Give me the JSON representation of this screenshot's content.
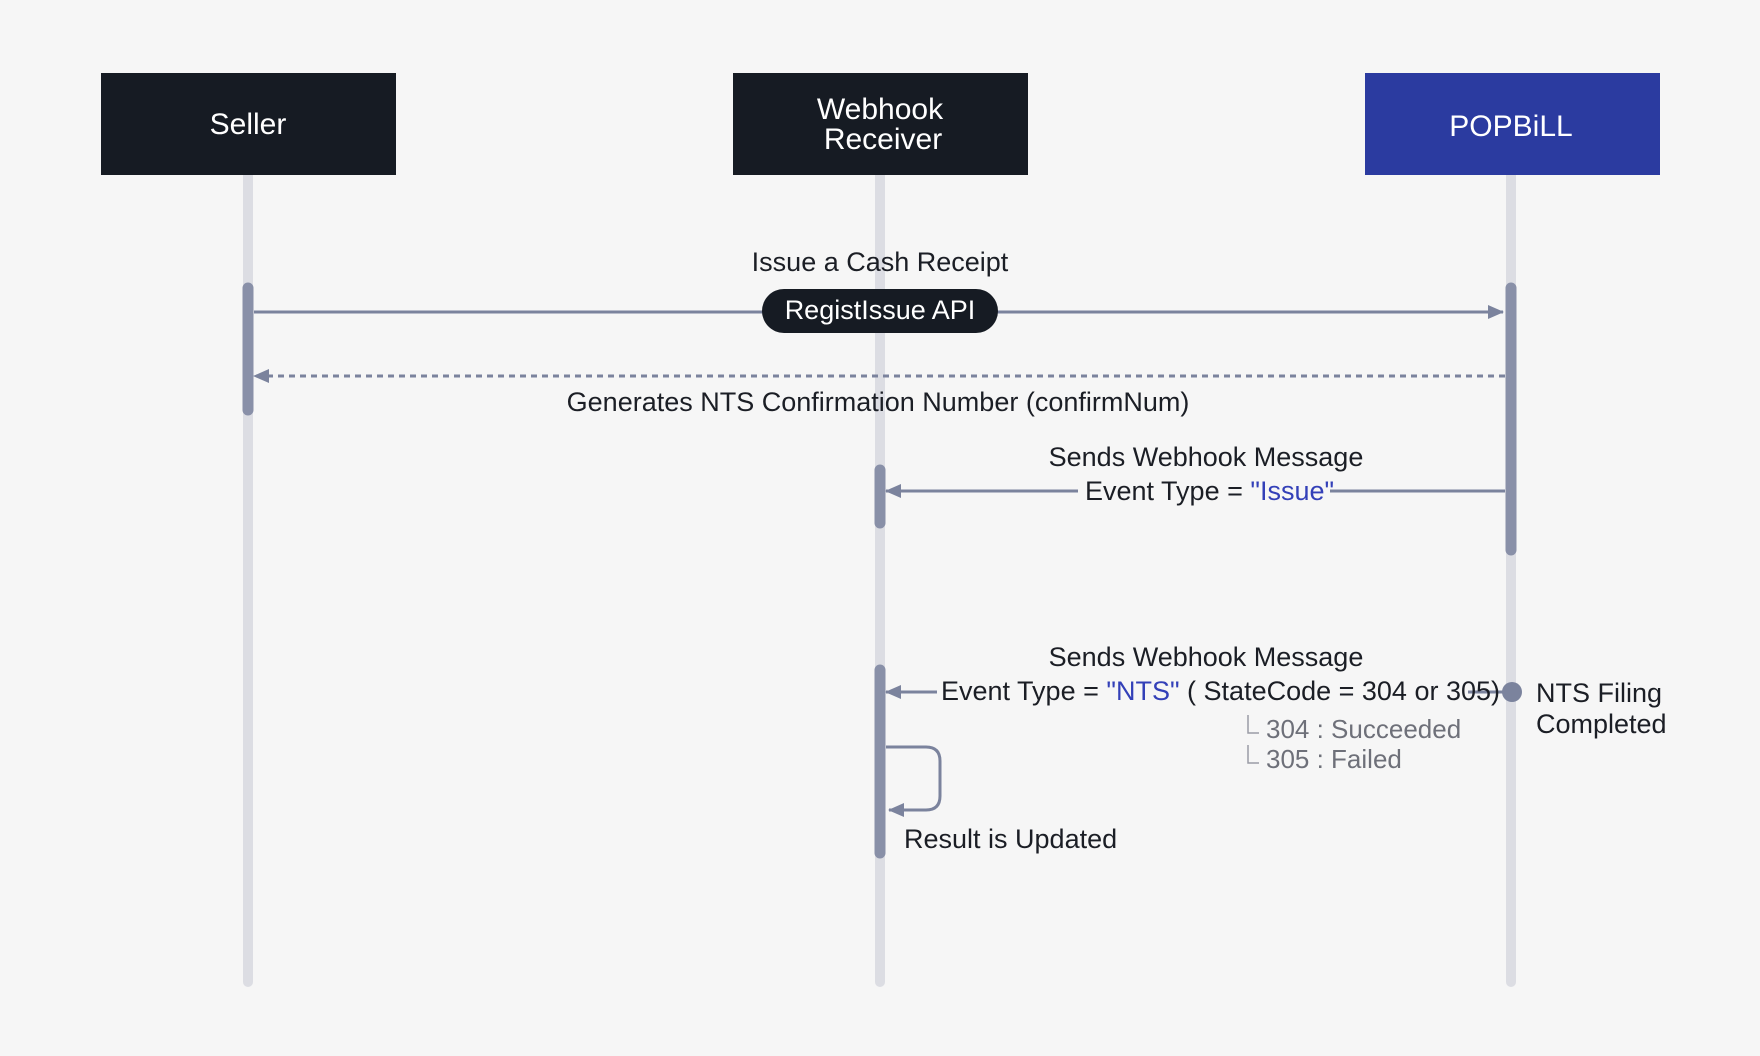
{
  "actors": {
    "seller": "Seller",
    "webhook_receiver": [
      "Webhook",
      "Receiver"
    ],
    "popbill": "POPBiLL"
  },
  "messages": {
    "issue_request": {
      "label": "Issue a Cash Receipt",
      "api_pill": "RegistIssue API"
    },
    "confirm_reply": {
      "label": "Generates NTS Confirmation Number (confirmNum)"
    },
    "webhook_issue": {
      "title": "Sends Webhook Message",
      "prefix": "Event Type = ",
      "event_value": "\"Issue\""
    },
    "webhook_nts": {
      "title": "Sends Webhook Message",
      "prefix": "Event Type = ",
      "event_value": "\"NTS\"",
      "suffix": " ( StateCode = 304 or 305)",
      "codes": [
        "304 : Succeeded",
        "305 : Failed"
      ]
    },
    "nts_filing": [
      "NTS Filing",
      "Completed"
    ],
    "self_update": "Result is Updated"
  },
  "colors": {
    "background": "#f6f6f6",
    "actor_dark": "#161b23",
    "actor_brand": "#2b3ba0",
    "lifeline": "#dcdde3",
    "activation": "#8990a8",
    "arrow": "#7b839d",
    "accent_text": "#3340b8",
    "secondary_text": "#6e7079"
  }
}
